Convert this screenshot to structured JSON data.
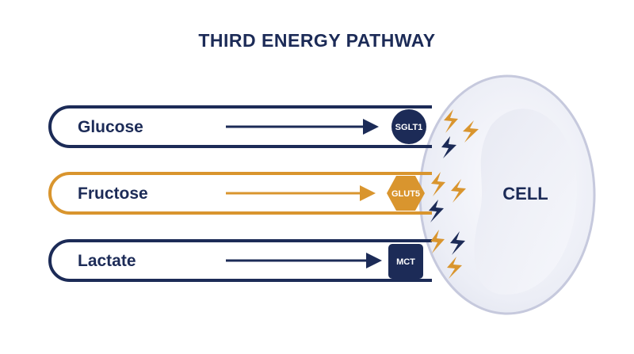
{
  "title": "THIRD ENERGY PATHWAY",
  "cell_label": "CELL",
  "colors": {
    "navy": "#1c2b57",
    "orange": "#d9952e",
    "cell_fill": "#eef0f7",
    "cell_stroke": "#c9cce0"
  },
  "pathways": [
    {
      "label": "Glucose",
      "transporter": "SGLT1",
      "transporter_shape": "circle",
      "color": "navy"
    },
    {
      "label": "Fructose",
      "transporter": "GLUT5",
      "transporter_shape": "hexagon",
      "color": "orange"
    },
    {
      "label": "Lactate",
      "transporter": "MCT",
      "transporter_shape": "rounded-square",
      "color": "navy"
    }
  ]
}
